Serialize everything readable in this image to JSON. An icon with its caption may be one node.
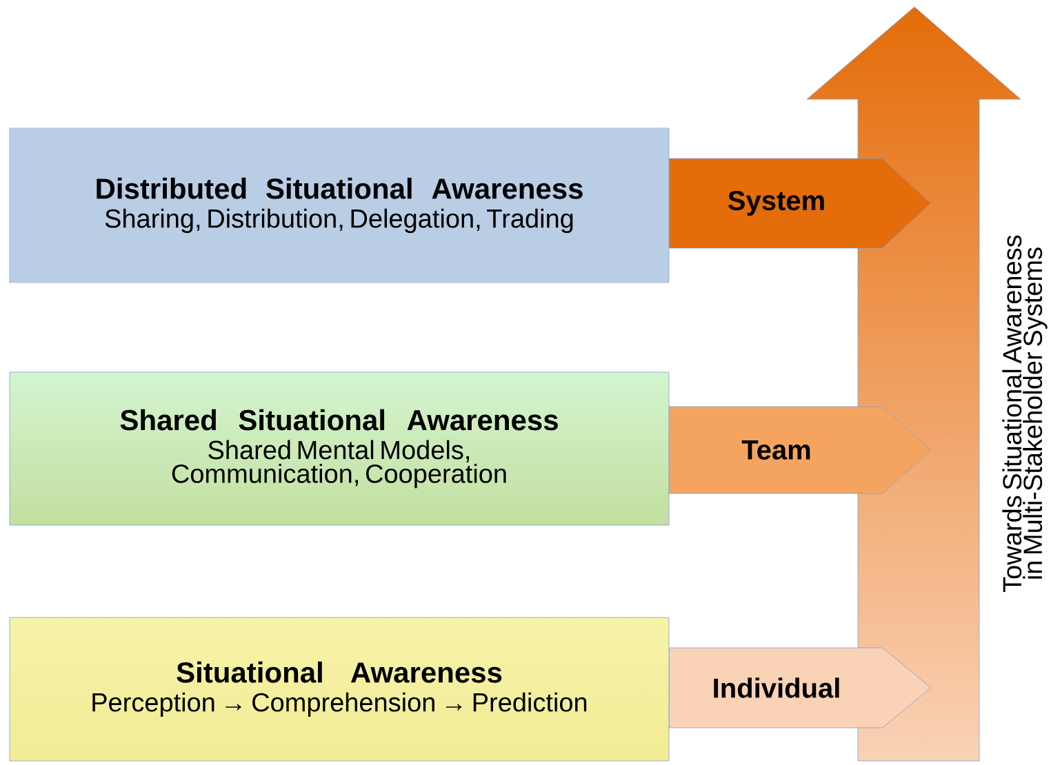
{
  "diagram": {
    "nodes": [
      {
        "text": [
          "Distributed Situational Awareness",
          "Sharing, Distribution, Delegation, Trading"
        ]
      },
      {
        "text": [
          "Shared Situational Awareness",
          "Shared Mental Models, Communication, Cooperation"
        ]
      },
      {
        "text": [
          "Situational Awareness",
          "Perception → Comprehension → Prediction"
        ]
      },
      {
        "text": [
          "Towards Situational Awareness in Multi-Stakeholder Systems"
        ]
      }
    ],
    "edges": [
      {
        "from": 0,
        "to": 3,
        "arrow": "to",
        "label": "System",
        "color": "#e46c0a"
      },
      {
        "from": 1,
        "to": 3,
        "arrow": "to",
        "label": "Team",
        "color": "#f5a460"
      },
      {
        "from": 2,
        "to": 3,
        "arrow": "to",
        "label": "Individual",
        "color": "#fad2b6"
      }
    ]
  }
}
